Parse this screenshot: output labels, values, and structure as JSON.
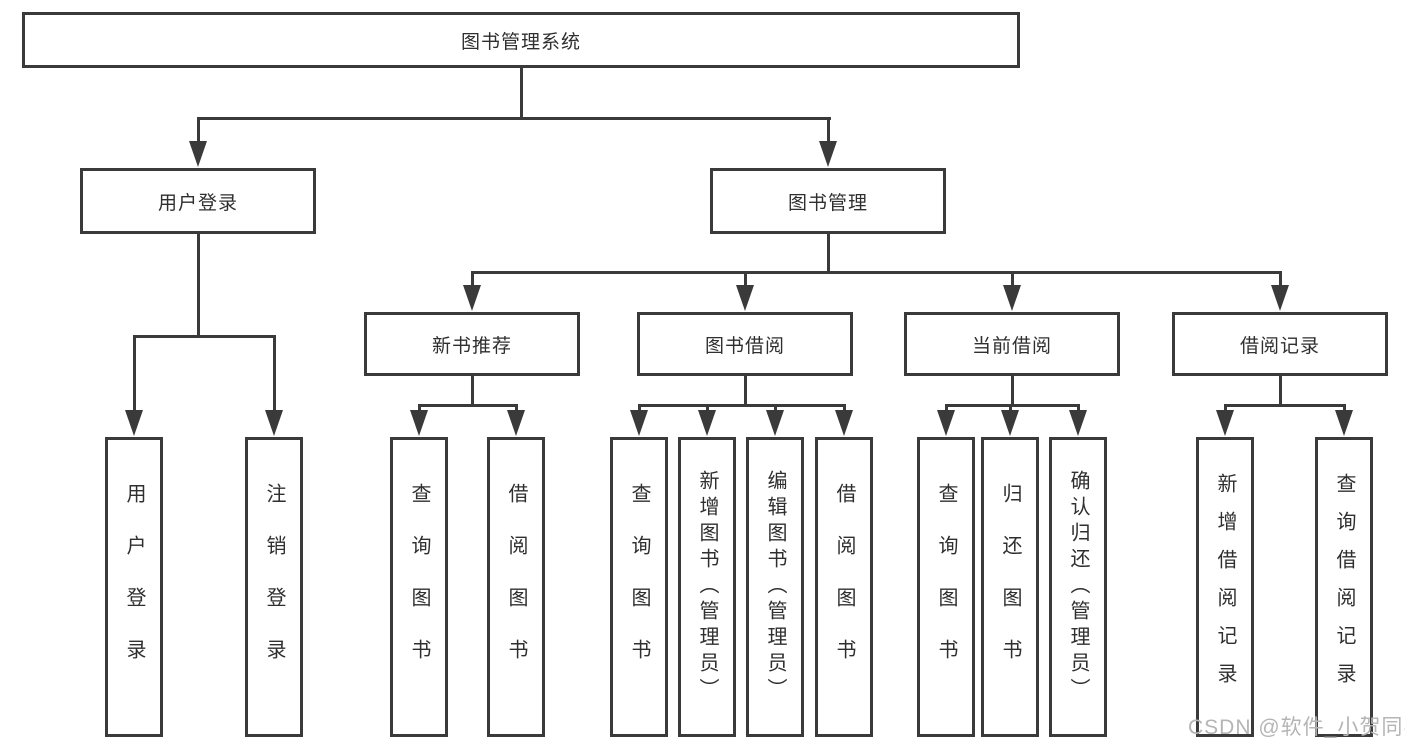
{
  "colors": {
    "line": "#3a3a3a",
    "text": "#2f2f2f",
    "background": "#ffffff",
    "watermark": "#b5b5b5"
  },
  "watermark": {
    "text": "CSDN @软件_小贺同学"
  },
  "tree": {
    "root": {
      "label": "图书管理系统",
      "children": [
        {
          "label": "用户登录",
          "children": [
            {
              "label": "用户登录"
            },
            {
              "label": "注销登录"
            }
          ]
        },
        {
          "label": "图书管理",
          "children": [
            {
              "label": "新书推荐",
              "children": [
                {
                  "label": "查询图书"
                },
                {
                  "label": "借阅图书"
                }
              ]
            },
            {
              "label": "图书借阅",
              "children": [
                {
                  "label": "查询图书"
                },
                {
                  "label": "新增图书（管理员）"
                },
                {
                  "label": "编辑图书（管理员）"
                },
                {
                  "label": "借阅图书"
                }
              ]
            },
            {
              "label": "当前借阅",
              "children": [
                {
                  "label": "查询图书"
                },
                {
                  "label": "归还图书"
                },
                {
                  "label": "确认归还（管理员）"
                }
              ]
            },
            {
              "label": "借阅记录",
              "children": [
                {
                  "label": "新增借阅记录"
                },
                {
                  "label": "查询借阅记录"
                }
              ]
            }
          ]
        }
      ]
    }
  }
}
